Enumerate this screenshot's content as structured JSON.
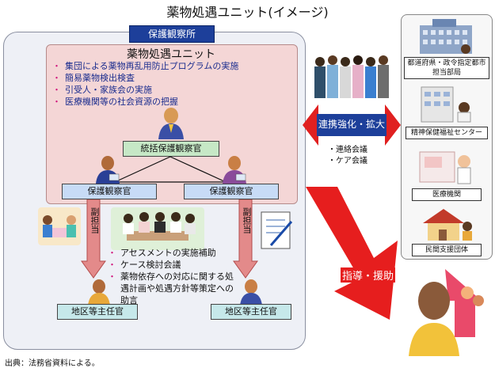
{
  "title": "薬物処遇ユニット(イメージ)",
  "office_label": "保護観察所",
  "unit_title": "薬物処遇ユニット",
  "unit_bullets": [
    "集団による薬物再乱用防止プログラムの実施",
    "簡易薬物検出検査",
    "引受人・家族会の実施",
    "医療機関等の社会資源の把握"
  ],
  "supervisor": "統括保護観察官",
  "officer_left": "保護観察官",
  "officer_right": "保護観察官",
  "sub_label_left": "副担当",
  "sub_label_right": "副担当",
  "support_bullets": [
    "アセスメントの実施補助",
    "ケース検討会議",
    "薬物依存への対応に関する処遇計画や処遇方針等策定への助言"
  ],
  "district_left": "地区等主任官",
  "district_right": "地区等主任官",
  "link_label": "連携強化・拡大",
  "link_notes": [
    "・連絡会議",
    "・ケア会議"
  ],
  "guidance_label": "指導・援助",
  "entities": [
    "都道府県・政令指定都市担当部局",
    "精神保健福祉センター",
    "医療機関",
    "民間支援団体"
  ],
  "source": "出典：法務省資料による。"
}
